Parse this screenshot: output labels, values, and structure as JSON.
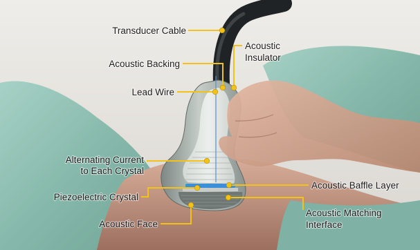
{
  "labels": {
    "transducer_cable": "Transducer Cable",
    "acoustic_insulator_line1": "Acoustic",
    "acoustic_insulator_line2": "Insulator",
    "acoustic_backing": "Acoustic Backing",
    "lead_wire": "Lead Wire",
    "alternating_current_line1": "Alternating Current",
    "alternating_current_line2": "to Each Crystal",
    "acoustic_baffle_layer": "Acoustic Baffle Layer",
    "piezoelectric_crystal": "Piezoelectric Crystal",
    "acoustic_matching_line1": "Acoustic Matching",
    "acoustic_matching_line2": "Interface",
    "acoustic_face": "Acoustic Face"
  },
  "colors": {
    "leader": "#f2c21a",
    "label_text": "#1e1e1e",
    "drape": "#8fbfb2",
    "skin": "#c99a86",
    "probe_body": "#9aa3a0",
    "cable": "#202325",
    "baffle_layer": "#3b8fd6"
  }
}
